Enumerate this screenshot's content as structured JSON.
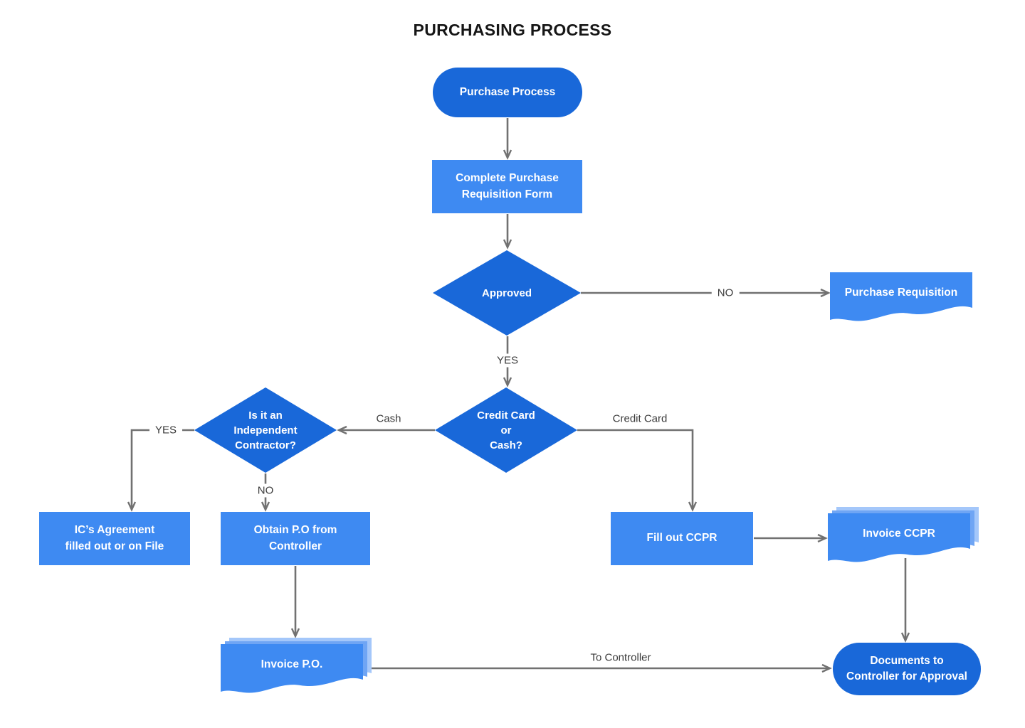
{
  "title": "PURCHASING PROCESS",
  "colors": {
    "node-dark": "#1968D9",
    "node-light": "#3E8AF2",
    "stack-mid": "#6FA5F4",
    "stack-light": "#A4C7FA",
    "arrow": "#717171",
    "label-text": "#3A3A3A",
    "title-text": "#161616",
    "background": "#FFFFFF"
  },
  "nodes": {
    "start": {
      "type": "terminator",
      "lines": [
        "Purchase Process"
      ]
    },
    "complete_form": {
      "type": "process",
      "lines": [
        "Complete Purchase",
        "Requisition Form"
      ]
    },
    "approved": {
      "type": "decision",
      "lines": [
        "Approved"
      ]
    },
    "purchase_requisition": {
      "type": "document",
      "lines": [
        "Purchase Requisition"
      ]
    },
    "credit_cash": {
      "type": "decision",
      "lines": [
        "Credit Card",
        "or",
        "Cash?"
      ]
    },
    "independent_contractor": {
      "type": "decision",
      "lines": [
        "Is it an",
        "Independent",
        "Contractor?"
      ]
    },
    "ic_agreement": {
      "type": "process",
      "lines": [
        "IC’s Agreement",
        "filled out or on File"
      ]
    },
    "obtain_po": {
      "type": "process",
      "lines": [
        "Obtain P.O from",
        "Controller"
      ]
    },
    "invoice_po": {
      "type": "multi-document",
      "lines": [
        "Invoice P.O."
      ]
    },
    "fill_ccpr": {
      "type": "process",
      "lines": [
        "Fill out CCPR"
      ]
    },
    "invoice_ccpr": {
      "type": "multi-document",
      "lines": [
        "Invoice CCPR"
      ]
    },
    "documents_controller": {
      "type": "terminator",
      "lines": [
        "Documents to",
        "Controller for Approval"
      ]
    }
  },
  "edge_labels": {
    "approved_no": "NO",
    "approved_yes": "YES",
    "cash": "Cash",
    "credit_card": "Credit Card",
    "contractor_yes": "YES",
    "contractor_no": "NO",
    "to_controller": "To Controller"
  }
}
